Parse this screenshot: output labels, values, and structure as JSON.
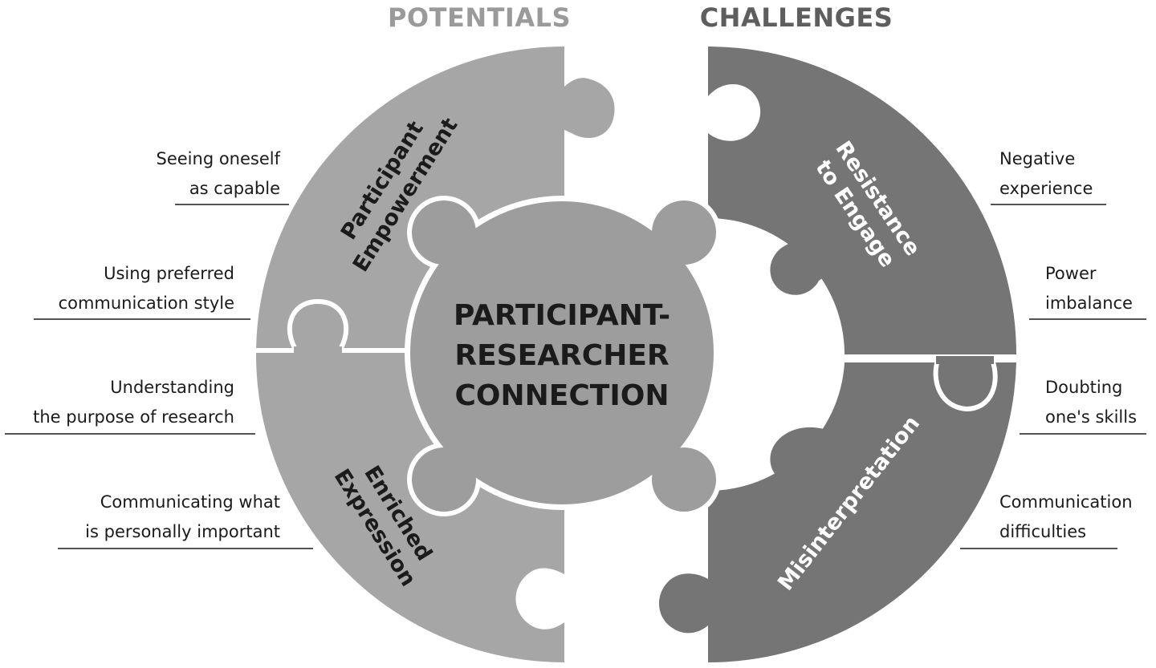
{
  "headers": {
    "potentials": "POTENTIALS",
    "challenges": "CHALLENGES"
  },
  "center": {
    "line1": "PARTICIPANT-",
    "line2": "RESEARCHER",
    "line3": "CONNECTION"
  },
  "segments": {
    "empowerment": {
      "line1": "Participant",
      "line2": "Empowerment"
    },
    "expression": {
      "line1": "Enriched",
      "line2": "Expression"
    },
    "resistance": {
      "line1": "Resistance",
      "line2": "to Engage"
    },
    "misinterpretation": {
      "line1": "Misinterpretation"
    }
  },
  "potentials_labels": [
    {
      "line1": "Seeing oneself",
      "line2": "as capable"
    },
    {
      "line1": "Using preferred",
      "line2": "communication style"
    },
    {
      "line1": "Understanding",
      "line2": "the purpose of research"
    },
    {
      "line1": "Communicating what",
      "line2": "is personally important"
    }
  ],
  "challenges_labels": [
    {
      "line1": "Negative",
      "line2": "experience"
    },
    {
      "line1": "Power",
      "line2": "imbalance"
    },
    {
      "line1": "Doubting",
      "line2": "one's skills"
    },
    {
      "line1": "Communication",
      "line2": "difficulties"
    }
  ],
  "colors": {
    "light_gray": "#a6a6a6",
    "center_gray": "#9d9d9d",
    "dark_gray": "#757575",
    "header_light": "#9a9a9a",
    "header_dark": "#5e5e5e",
    "text_dark": "#1b1b1b",
    "text_light": "#ffffff"
  }
}
